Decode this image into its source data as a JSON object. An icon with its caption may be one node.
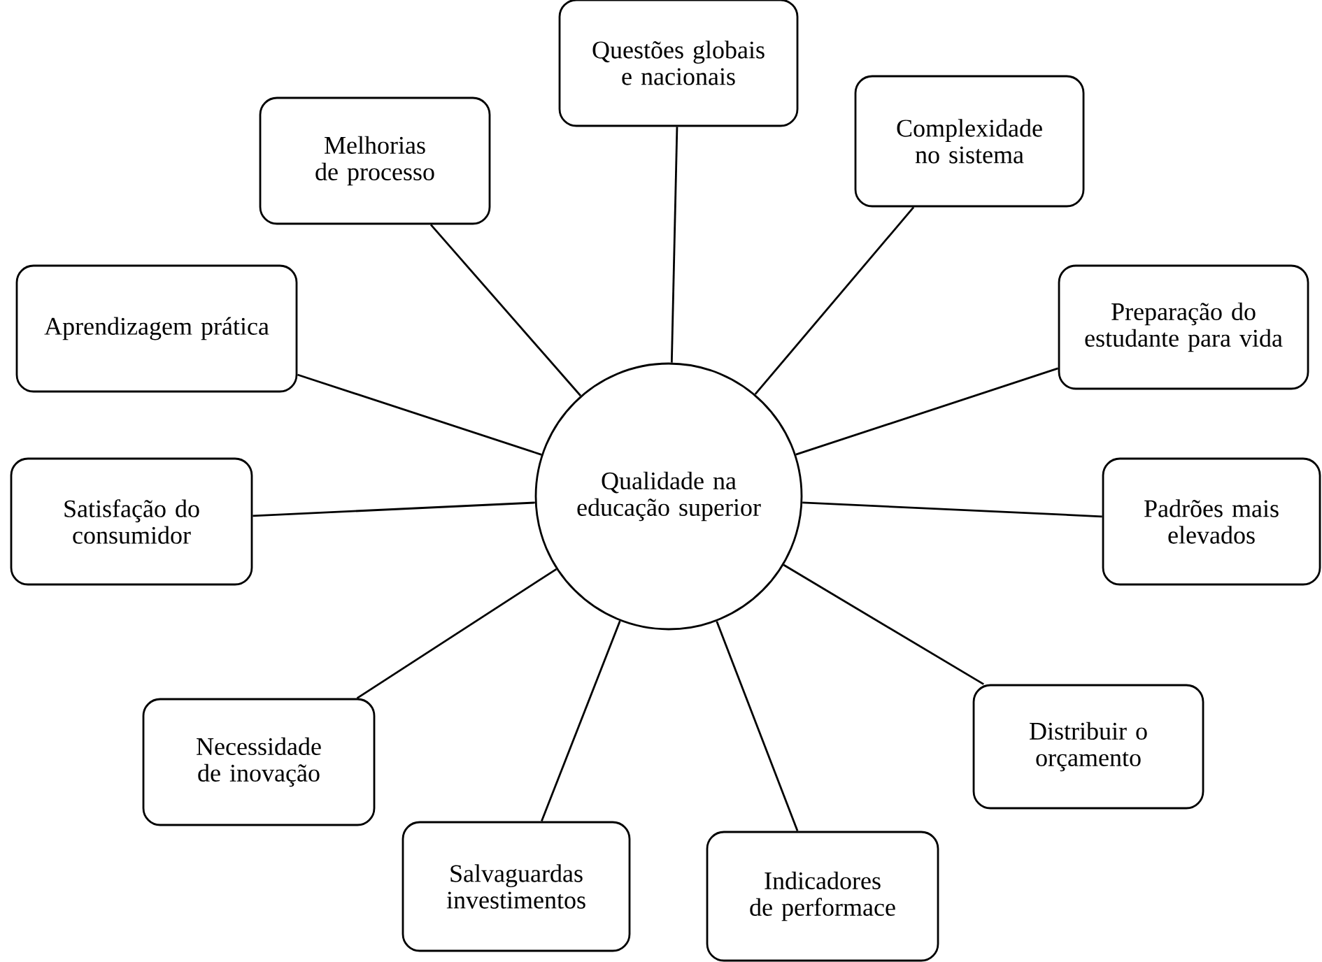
{
  "diagram": {
    "nodes": [
      {
        "text": [
          "Qualidade na educação superior"
        ]
      },
      {
        "text": [
          "Questões globais e nacionais"
        ]
      },
      {
        "text": [
          "Complexidade no sistema"
        ]
      },
      {
        "text": [
          "Preparação do estudante para vida"
        ]
      },
      {
        "text": [
          "Padrões mais elevados"
        ]
      },
      {
        "text": [
          "Distribuir o orçamento"
        ]
      },
      {
        "text": [
          "Indicadores de performace"
        ]
      },
      {
        "text": [
          "Salvaguardas investimentos"
        ]
      },
      {
        "text": [
          "Necessidade de inovação"
        ]
      },
      {
        "text": [
          "Satisfação do consumidor"
        ]
      },
      {
        "text": [
          "Aprendizagem prática"
        ]
      },
      {
        "text": [
          "Melhorias de processo"
        ]
      }
    ],
    "edges": [
      {
        "from": 0,
        "to": 1,
        "arrow": "none"
      },
      {
        "from": 0,
        "to": 2,
        "arrow": "none"
      },
      {
        "from": 0,
        "to": 3,
        "arrow": "none"
      },
      {
        "from": 0,
        "to": 4,
        "arrow": "none"
      },
      {
        "from": 0,
        "to": 5,
        "arrow": "none"
      },
      {
        "from": 0,
        "to": 6,
        "arrow": "none"
      },
      {
        "from": 0,
        "to": 7,
        "arrow": "none"
      },
      {
        "from": 0,
        "to": 8,
        "arrow": "none"
      },
      {
        "from": 0,
        "to": 9,
        "arrow": "none"
      },
      {
        "from": 0,
        "to": 10,
        "arrow": "none"
      },
      {
        "from": 0,
        "to": 11,
        "arrow": "none"
      }
    ]
  }
}
